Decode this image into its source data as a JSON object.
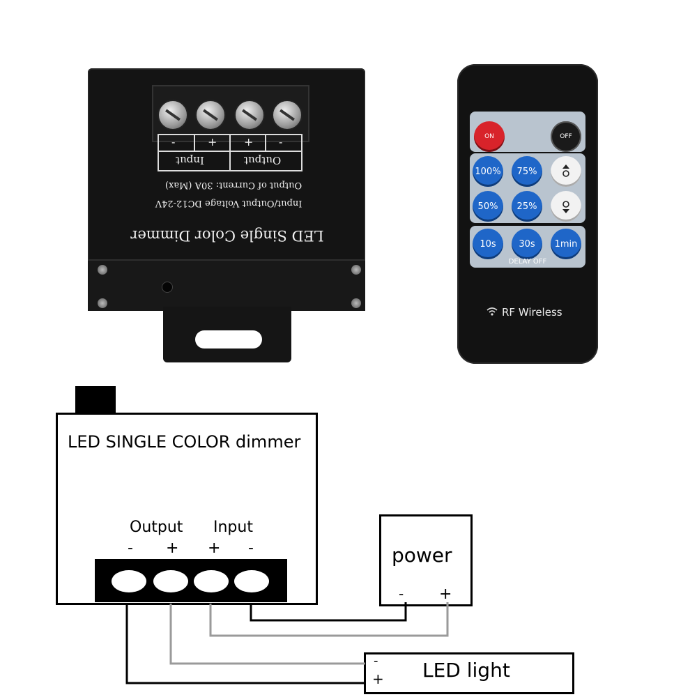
{
  "device": {
    "title": "LED Single Color Dimmer",
    "spec_voltage": "Input/Output Voltage DC12-24V",
    "spec_current": "Output of Current: 30A (Max)",
    "terminal_labels": [
      "Input",
      "Output"
    ],
    "terminal_signs": [
      "-",
      "+",
      "+",
      "-"
    ]
  },
  "remote": {
    "on_label": "ON",
    "off_label": "OFF",
    "brightness_buttons": [
      "100%",
      "75%",
      "50%",
      "25%"
    ],
    "delay_buttons": [
      "10s",
      "30s",
      "1min"
    ],
    "delay_caption": "DELAY OFF",
    "brand_text": "RF Wireless",
    "icons": [
      "power-icon",
      "brightness-up-icon",
      "brightness-down-icon",
      "wifi-icon"
    ]
  },
  "diagram": {
    "controller_label": "LED SINGLE COLOR dimmer",
    "output_label": "Output",
    "input_label": "Input",
    "terminal_signs": [
      "-",
      "+",
      "+",
      "-"
    ],
    "power_label": "power",
    "power_minus": "-",
    "power_plus": "+",
    "led_label": "LED light",
    "led_minus": "-",
    "led_plus": "+",
    "colors": {
      "black_wire": "#000000",
      "gray_wire": "#9a9a9a"
    }
  }
}
